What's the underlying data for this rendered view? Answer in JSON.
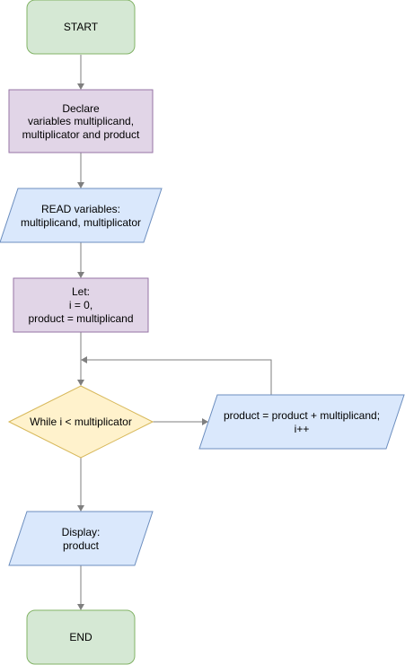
{
  "colors": {
    "terminal_fill": "#d5e8d4",
    "terminal_stroke": "#82b366",
    "process_fill": "#e1d5e7",
    "process_stroke": "#9673a6",
    "io_fill": "#dae8fc",
    "io_stroke": "#6c8ebf",
    "decision_fill": "#fff2cc",
    "decision_stroke": "#d6b656",
    "edge": "#7f7f7f"
  },
  "nodes": {
    "start": {
      "shape": "terminal",
      "lines": [
        "START"
      ]
    },
    "declare": {
      "shape": "process",
      "lines": [
        "Declare",
        "variables multiplicand,",
        "multiplicator and product"
      ]
    },
    "read": {
      "shape": "io",
      "lines": [
        "READ variables:",
        "multiplicand, multiplicator"
      ]
    },
    "let": {
      "shape": "process",
      "lines": [
        "Let:",
        "i = 0,",
        "product = multiplicand"
      ]
    },
    "decision": {
      "shape": "decision",
      "lines": [
        "While i < multiplicator"
      ]
    },
    "loop_body": {
      "shape": "io",
      "lines": [
        "product = product + multiplicand;",
        "i++"
      ]
    },
    "display": {
      "shape": "io",
      "lines": [
        "Display:",
        "product"
      ]
    },
    "end": {
      "shape": "terminal",
      "lines": [
        "END"
      ]
    }
  },
  "edges": [
    {
      "from": "start",
      "to": "declare"
    },
    {
      "from": "declare",
      "to": "read"
    },
    {
      "from": "read",
      "to": "let"
    },
    {
      "from": "let",
      "to": "decision"
    },
    {
      "from": "decision",
      "to": "loop_body"
    },
    {
      "from": "loop_body",
      "to": "decision"
    },
    {
      "from": "decision",
      "to": "display"
    },
    {
      "from": "display",
      "to": "end"
    }
  ]
}
